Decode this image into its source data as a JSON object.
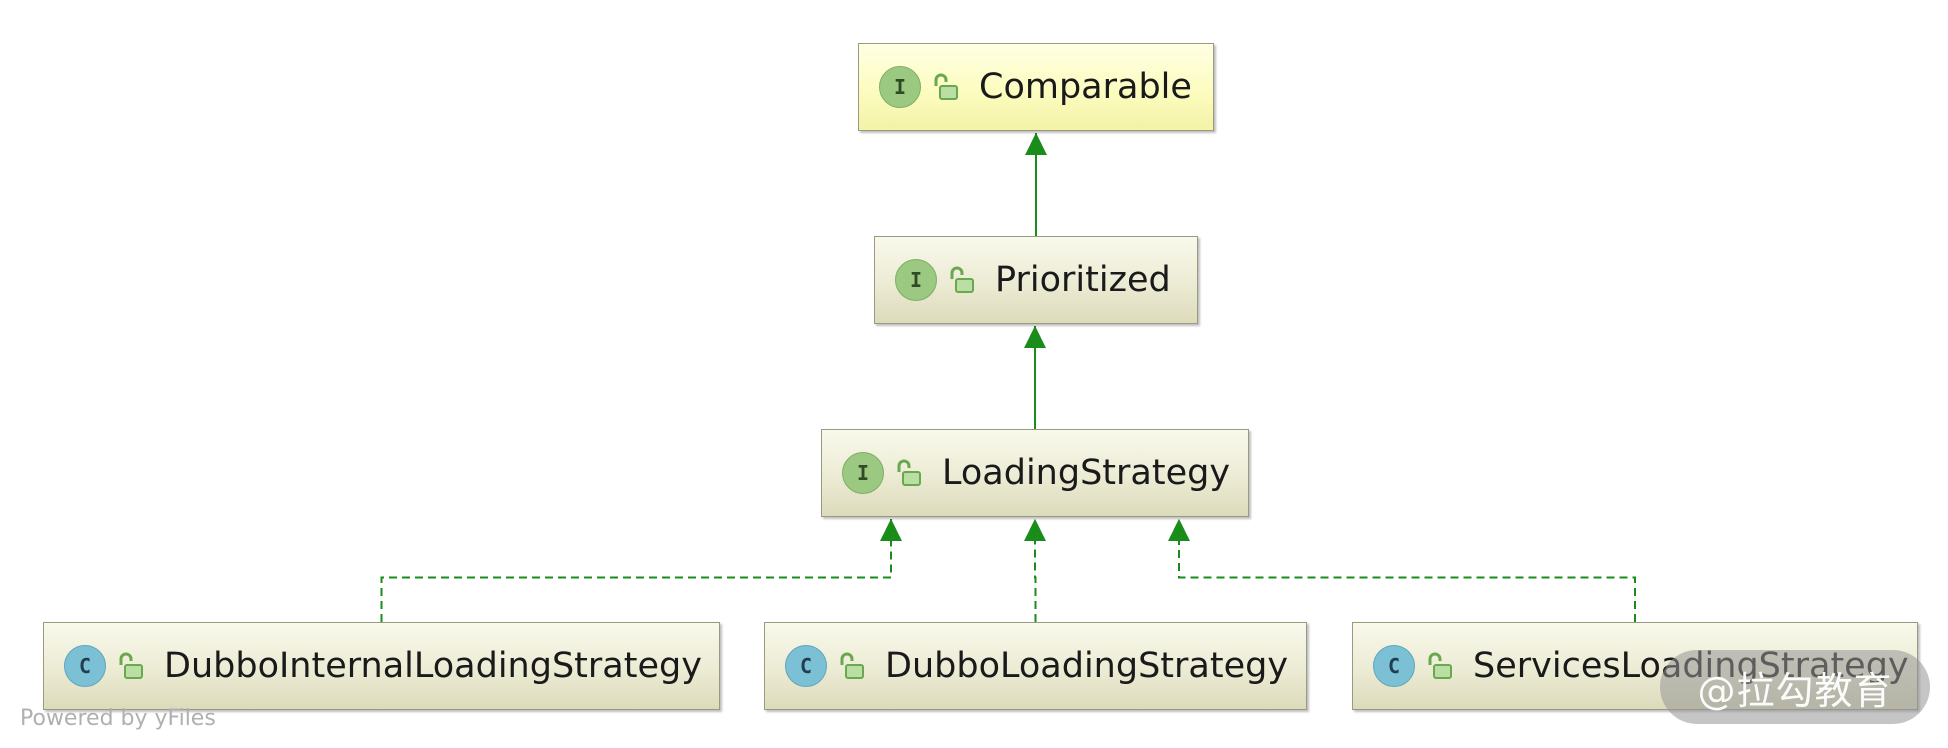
{
  "nodes": [
    {
      "id": "comparable",
      "label": "Comparable",
      "kind": "interface",
      "badge": "I",
      "highlight": true
    },
    {
      "id": "prioritized",
      "label": "Prioritized",
      "kind": "interface",
      "badge": "I",
      "highlight": false
    },
    {
      "id": "loading-strategy",
      "label": "LoadingStrategy",
      "kind": "interface",
      "badge": "I",
      "highlight": false
    },
    {
      "id": "dubbo-internal-loading-strategy",
      "label": "DubboInternalLoadingStrategy",
      "kind": "class",
      "badge": "C",
      "highlight": false
    },
    {
      "id": "dubbo-loading-strategy",
      "label": "DubboLoadingStrategy",
      "kind": "class",
      "badge": "C",
      "highlight": false
    },
    {
      "id": "services-loading-strategy",
      "label": "ServicesLoadingStrategy",
      "kind": "class",
      "badge": "C",
      "highlight": false
    }
  ],
  "edges": [
    {
      "from": "prioritized",
      "to": "comparable",
      "style": "extends"
    },
    {
      "from": "loading-strategy",
      "to": "prioritized",
      "style": "extends"
    },
    {
      "from": "dubbo-internal-loading-strategy",
      "to": "loading-strategy",
      "style": "implements"
    },
    {
      "from": "dubbo-loading-strategy",
      "to": "loading-strategy",
      "style": "implements"
    },
    {
      "from": "services-loading-strategy",
      "to": "loading-strategy",
      "style": "implements"
    }
  ],
  "colors": {
    "edge": "#1a8c1a",
    "interface_badge": "#9cc982",
    "class_badge": "#7cc0d6",
    "lock_icon": "#6aa84f"
  },
  "icons": {
    "visibility": "unlocked-padlock-icon"
  },
  "footer": "Powered by yFiles",
  "watermark": "@拉勾教育"
}
